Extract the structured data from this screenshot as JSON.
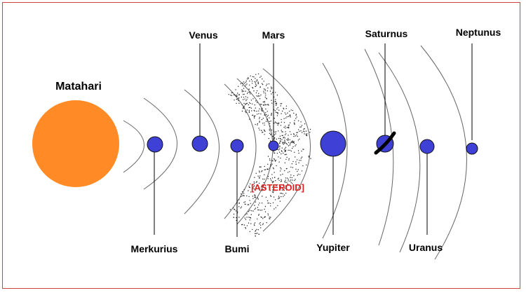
{
  "colors": {
    "sun": "#ff8a26",
    "planet": "#3f40d6",
    "asteroid_label": "#dd2222",
    "frame": "#cc4444"
  },
  "labels": {
    "sun": "Matahari",
    "mercury": "Merkurius",
    "venus": "Venus",
    "earth": "Bumi",
    "mars": "Mars",
    "asteroid": "[ASTEROID]",
    "jupiter": "Yupiter",
    "saturn": "Saturnus",
    "uranus": "Uranus",
    "neptune": "Neptunus"
  }
}
